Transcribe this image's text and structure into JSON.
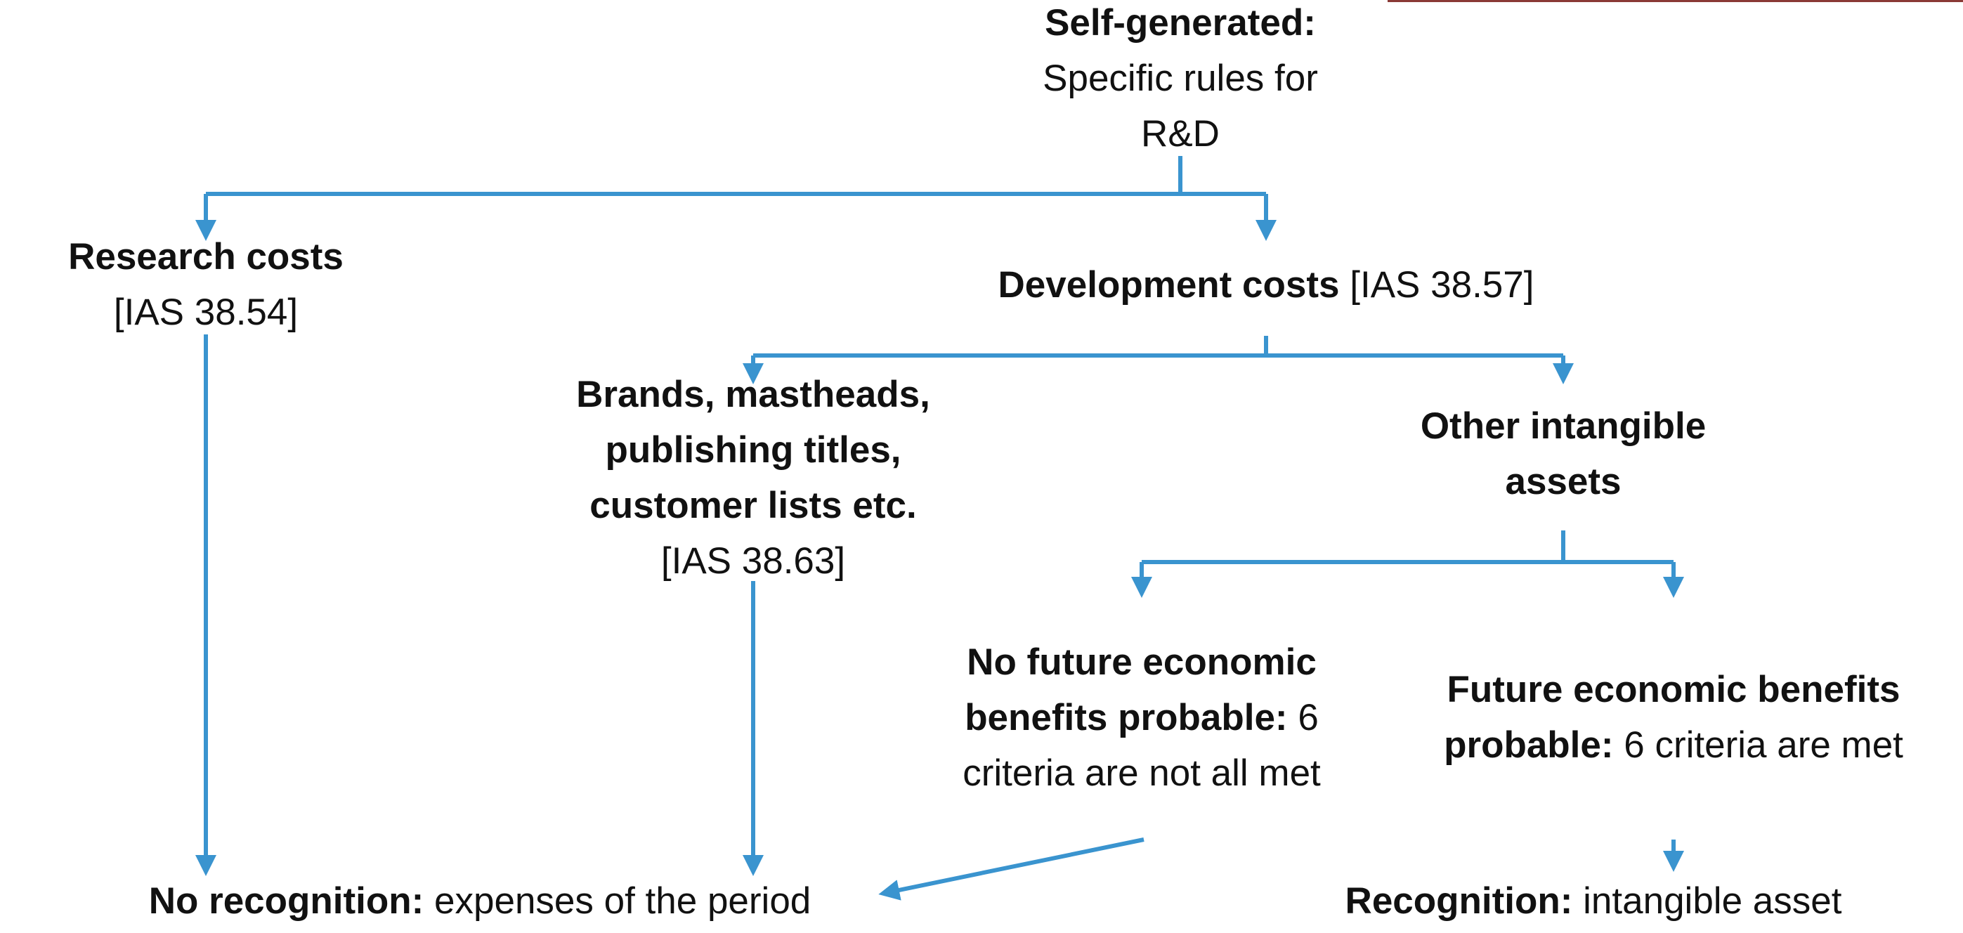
{
  "colors": {
    "connector": "#3a94cf",
    "text": "#111111",
    "background": "#ffffff",
    "top_bar": "#8a3a36"
  },
  "nodes": {
    "self_generated": {
      "title": "Self-generated:",
      "text_line1": "Specific rules for",
      "text_line2": "R&D"
    },
    "research": {
      "title": "Research costs",
      "ref": "[IAS 38.54]"
    },
    "development": {
      "title": "Development costs",
      "ref": "[IAS 38.57]"
    },
    "brands": {
      "line1": "Brands, mastheads,",
      "line2": "publishing titles,",
      "line3": "customer lists etc.",
      "ref": "[IAS 38.63]"
    },
    "other": {
      "line1": "Other intangible",
      "line2": "assets"
    },
    "no_future": {
      "title_line1": "No future economic",
      "title_line2": "benefits probable:",
      "text_tail": "6",
      "text_line3": "criteria are not all met"
    },
    "future": {
      "title_line1": "Future economic benefits",
      "title_line2": "probable:",
      "text_tail": "6 criteria are met"
    },
    "no_recognition": {
      "title": "No recognition:",
      "text": "expenses of the period"
    },
    "recognition": {
      "title": "Recognition:",
      "text": "intangible asset"
    }
  }
}
